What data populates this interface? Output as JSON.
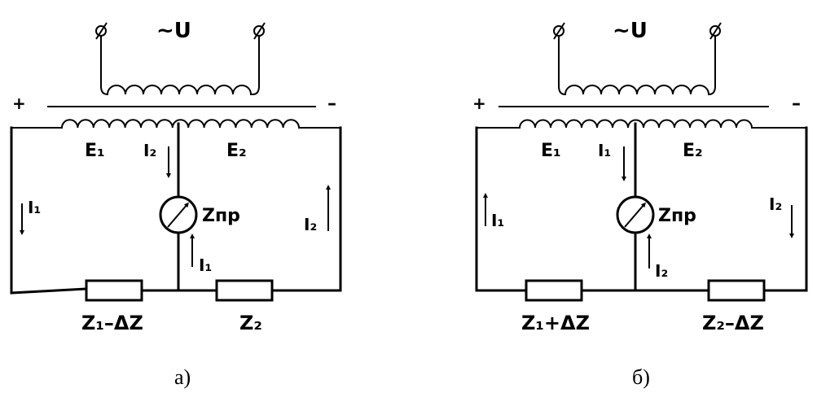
{
  "left": {
    "source": "~U",
    "plus": "+",
    "minus": "–",
    "e1": "E₁",
    "e2": "E₂",
    "center_current": "I₂",
    "left_current": "I₁",
    "right_current": "I₂",
    "bottom_current": "I₁",
    "meter": "Zпр",
    "z_left": "Z₁–ΔZ",
    "z_right": "Z₂",
    "caption": "а)"
  },
  "right": {
    "source": "~U",
    "plus": "+",
    "minus": "–",
    "e1": "E₁",
    "e2": "E₂",
    "center_current": "I₁",
    "left_current": "I₁",
    "right_current": "I₂",
    "bottom_current": "I₂",
    "meter": "Zпр",
    "z_left": "Z₁+ΔZ",
    "z_right": "Z₂–ΔZ",
    "caption": "б)"
  }
}
